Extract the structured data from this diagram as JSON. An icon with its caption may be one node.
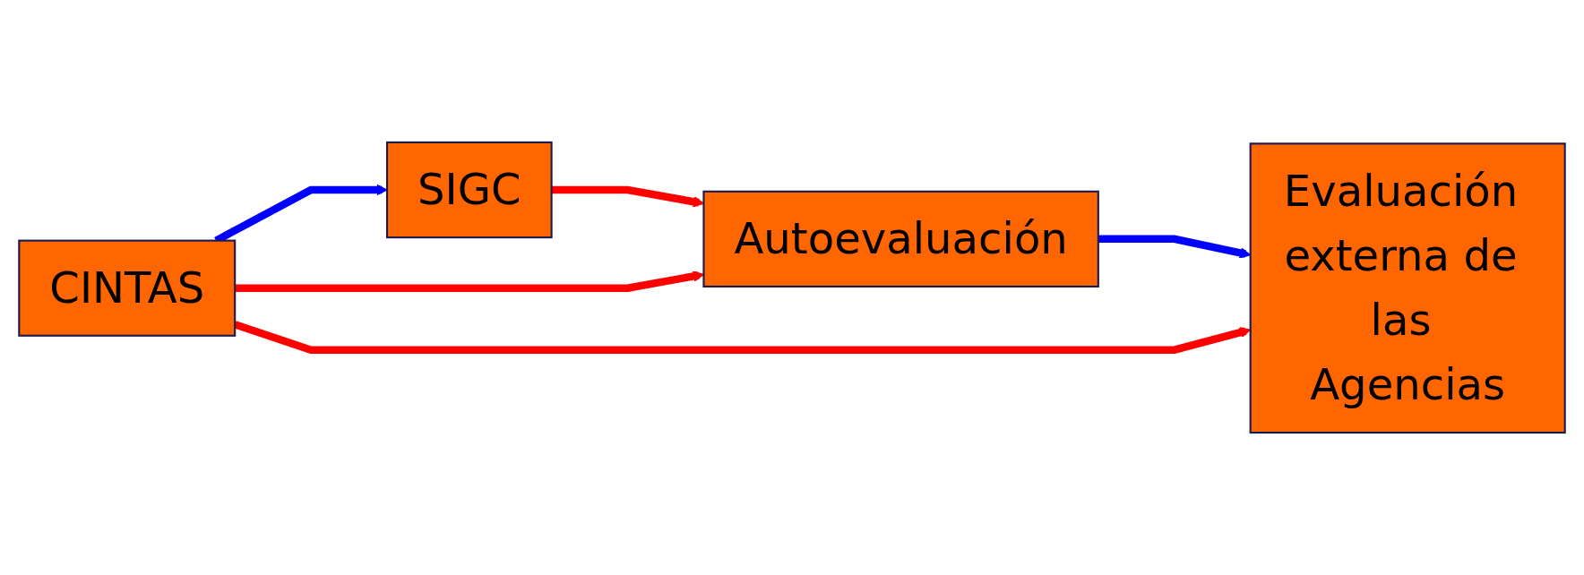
{
  "diagram": {
    "nodes": [
      {
        "text": [
          "SIGC"
        ]
      },
      {
        "text": [
          "Autoevaluación"
        ]
      },
      {
        "text": [
          "CINTAS"
        ]
      },
      {
        "text": [
          "Evaluación externa de las Agencias"
        ]
      }
    ],
    "edges": [
      {
        "from": 2,
        "to": 0,
        "arrow": "to",
        "color": "#0000ff"
      },
      {
        "from": 0,
        "to": 1,
        "arrow": "to"
      },
      {
        "from": 2,
        "to": 1,
        "arrow": "to"
      },
      {
        "from": 1,
        "to": 3,
        "arrow": "to",
        "color": "#0000ff"
      },
      {
        "from": 2,
        "to": 3,
        "arrow": "to"
      }
    ]
  }
}
